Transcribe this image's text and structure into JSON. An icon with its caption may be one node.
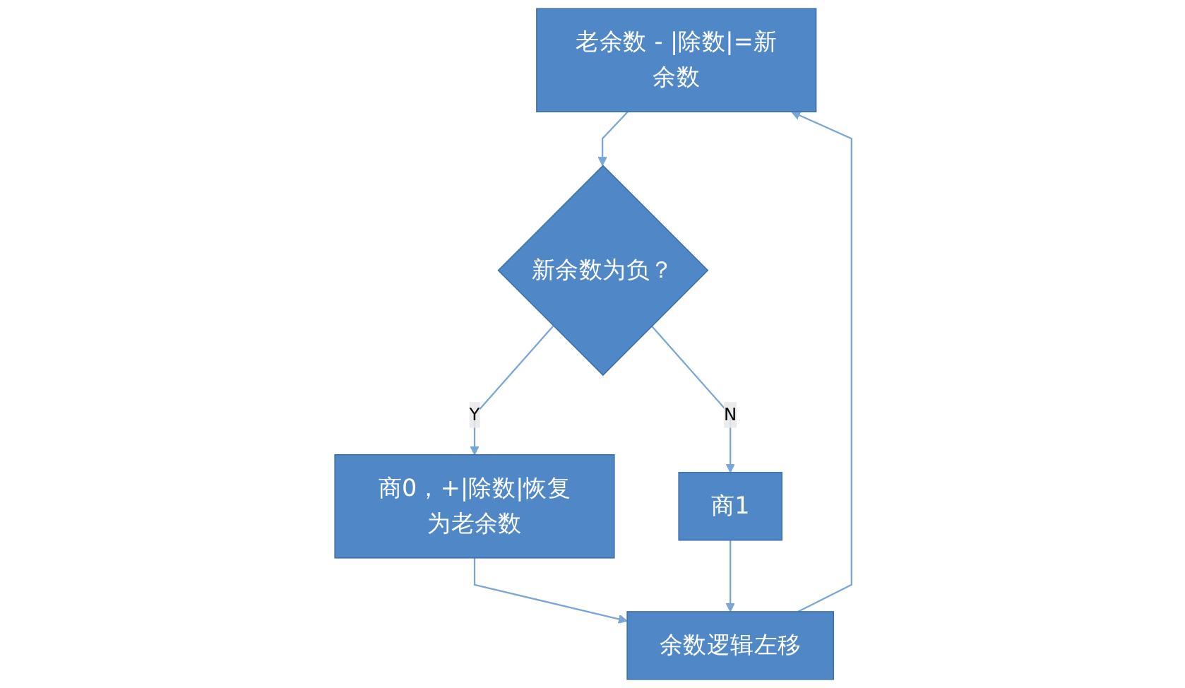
{
  "diagram": {
    "nodes": [
      {
        "text": [
          "老余数 - |除数|=新余数"
        ]
      },
      {
        "text": [
          "新余数为负？"
        ]
      },
      {
        "text": [
          "商1"
        ]
      },
      {
        "text": [
          "商0，+|除数|恢复为老余数"
        ]
      },
      {
        "text": [
          "余数逻辑左移"
        ]
      }
    ],
    "edges": [
      {
        "from": 0,
        "to": 1,
        "arrow": "to"
      },
      {
        "from": 1,
        "to": 2,
        "arrow": "to",
        "label": "N"
      },
      {
        "from": 1,
        "to": 3,
        "arrow": "to",
        "label": "Y"
      },
      {
        "from": 3,
        "to": 4,
        "arrow": "to"
      },
      {
        "from": 2,
        "to": 4,
        "arrow": "to"
      },
      {
        "from": 4,
        "to": 0,
        "arrow": "to"
      }
    ]
  }
}
